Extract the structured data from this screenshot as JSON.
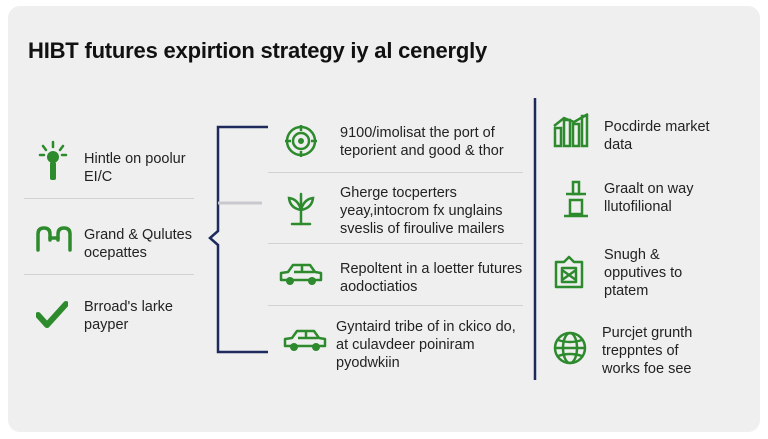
{
  "title": "HIBT futures expirtion strategy iy al cenergly",
  "left": [
    {
      "text": "Hintle on poolur\nEI/C",
      "icon": "lightbulb-icon"
    },
    {
      "text": "Grand & Qulutes\nocepattes",
      "icon": "handshake-icon"
    },
    {
      "text": "Brroad's larke\npayper",
      "icon": "checkmark-icon"
    }
  ],
  "middle": [
    {
      "text": "9100/imolisat the port of\nteporient and good & thor",
      "icon": "target-icon"
    },
    {
      "text": "Gherge tocperters\nyeay,intocrom fx unglains\nsveslis of firoulive mailers",
      "icon": "plant-icon"
    },
    {
      "text": "Repoltent in a loetter futures\naodoctiatios",
      "icon": "car-icon"
    },
    {
      "text": "Gyntaird tribe of in ckico do,\nat culavdeer poiniram\npyodwkiin",
      "icon": "car-icon"
    }
  ],
  "right": [
    {
      "text": "Pocdirde market\ndata",
      "icon": "bar-chart-icon"
    },
    {
      "text": "Graalt on way\nllutofilional",
      "icon": "funnel-icon"
    },
    {
      "text": "Snugh &\nopputives to\nptatem",
      "icon": "document-icon"
    },
    {
      "text": "Purcjet grunth\ntreppntes of\nworks foe see",
      "icon": "globe-icon"
    }
  ],
  "colors": {
    "green": "#2d8a2d",
    "navy": "#1f2a5c",
    "background": "#efefef"
  }
}
